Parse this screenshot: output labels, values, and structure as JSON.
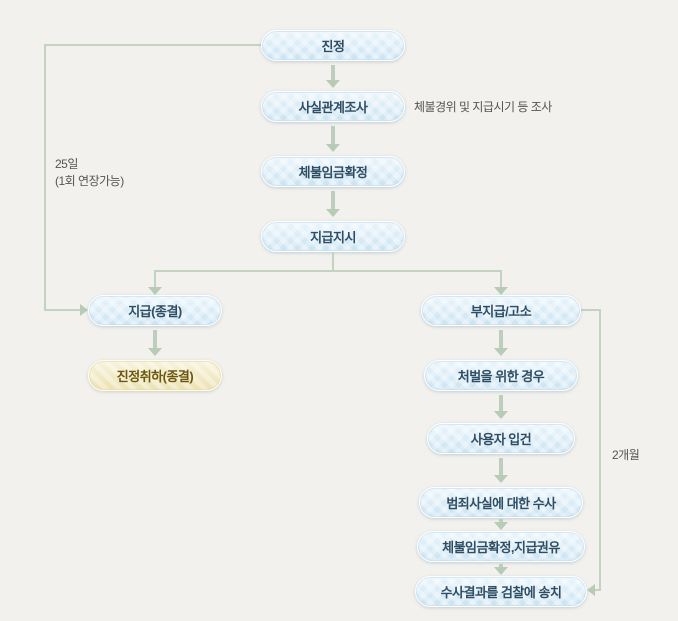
{
  "diagram": {
    "nodes": {
      "petition": "진정",
      "fact_investigation": "사실관계조사",
      "wage_confirmation": "체불임금확정",
      "payment_order": "지급지시",
      "payment_closed": "지급(종결)",
      "withdrawal_closed": "진정취하(종결)",
      "nonpayment_accusation": "부지급/고소",
      "punishment_case": "처벌을 위한 경우",
      "employer_booking": "사용자 입건",
      "crime_investigation": "범죄사실에 대한 수사",
      "wage_confirm_payment_recommend": "체불임금확정,지급권유",
      "send_to_prosecution": "수사결과를 검찰에 송치"
    },
    "annotations": {
      "fact_investigation_note": "체불경위 및 지급시기 등 조사",
      "left_duration_line1": "25일",
      "left_duration_line2": "(1회 연장가능)",
      "right_duration": "2개월"
    },
    "colors": {
      "background": "#f2f1ed",
      "node_blue_fill": "#d8ebf6",
      "node_blue_text": "#2e4d63",
      "node_yellow_fill": "#f1e9c2",
      "node_yellow_text": "#6b570f",
      "connector": "#bccfbc",
      "note_text": "#555555"
    }
  }
}
